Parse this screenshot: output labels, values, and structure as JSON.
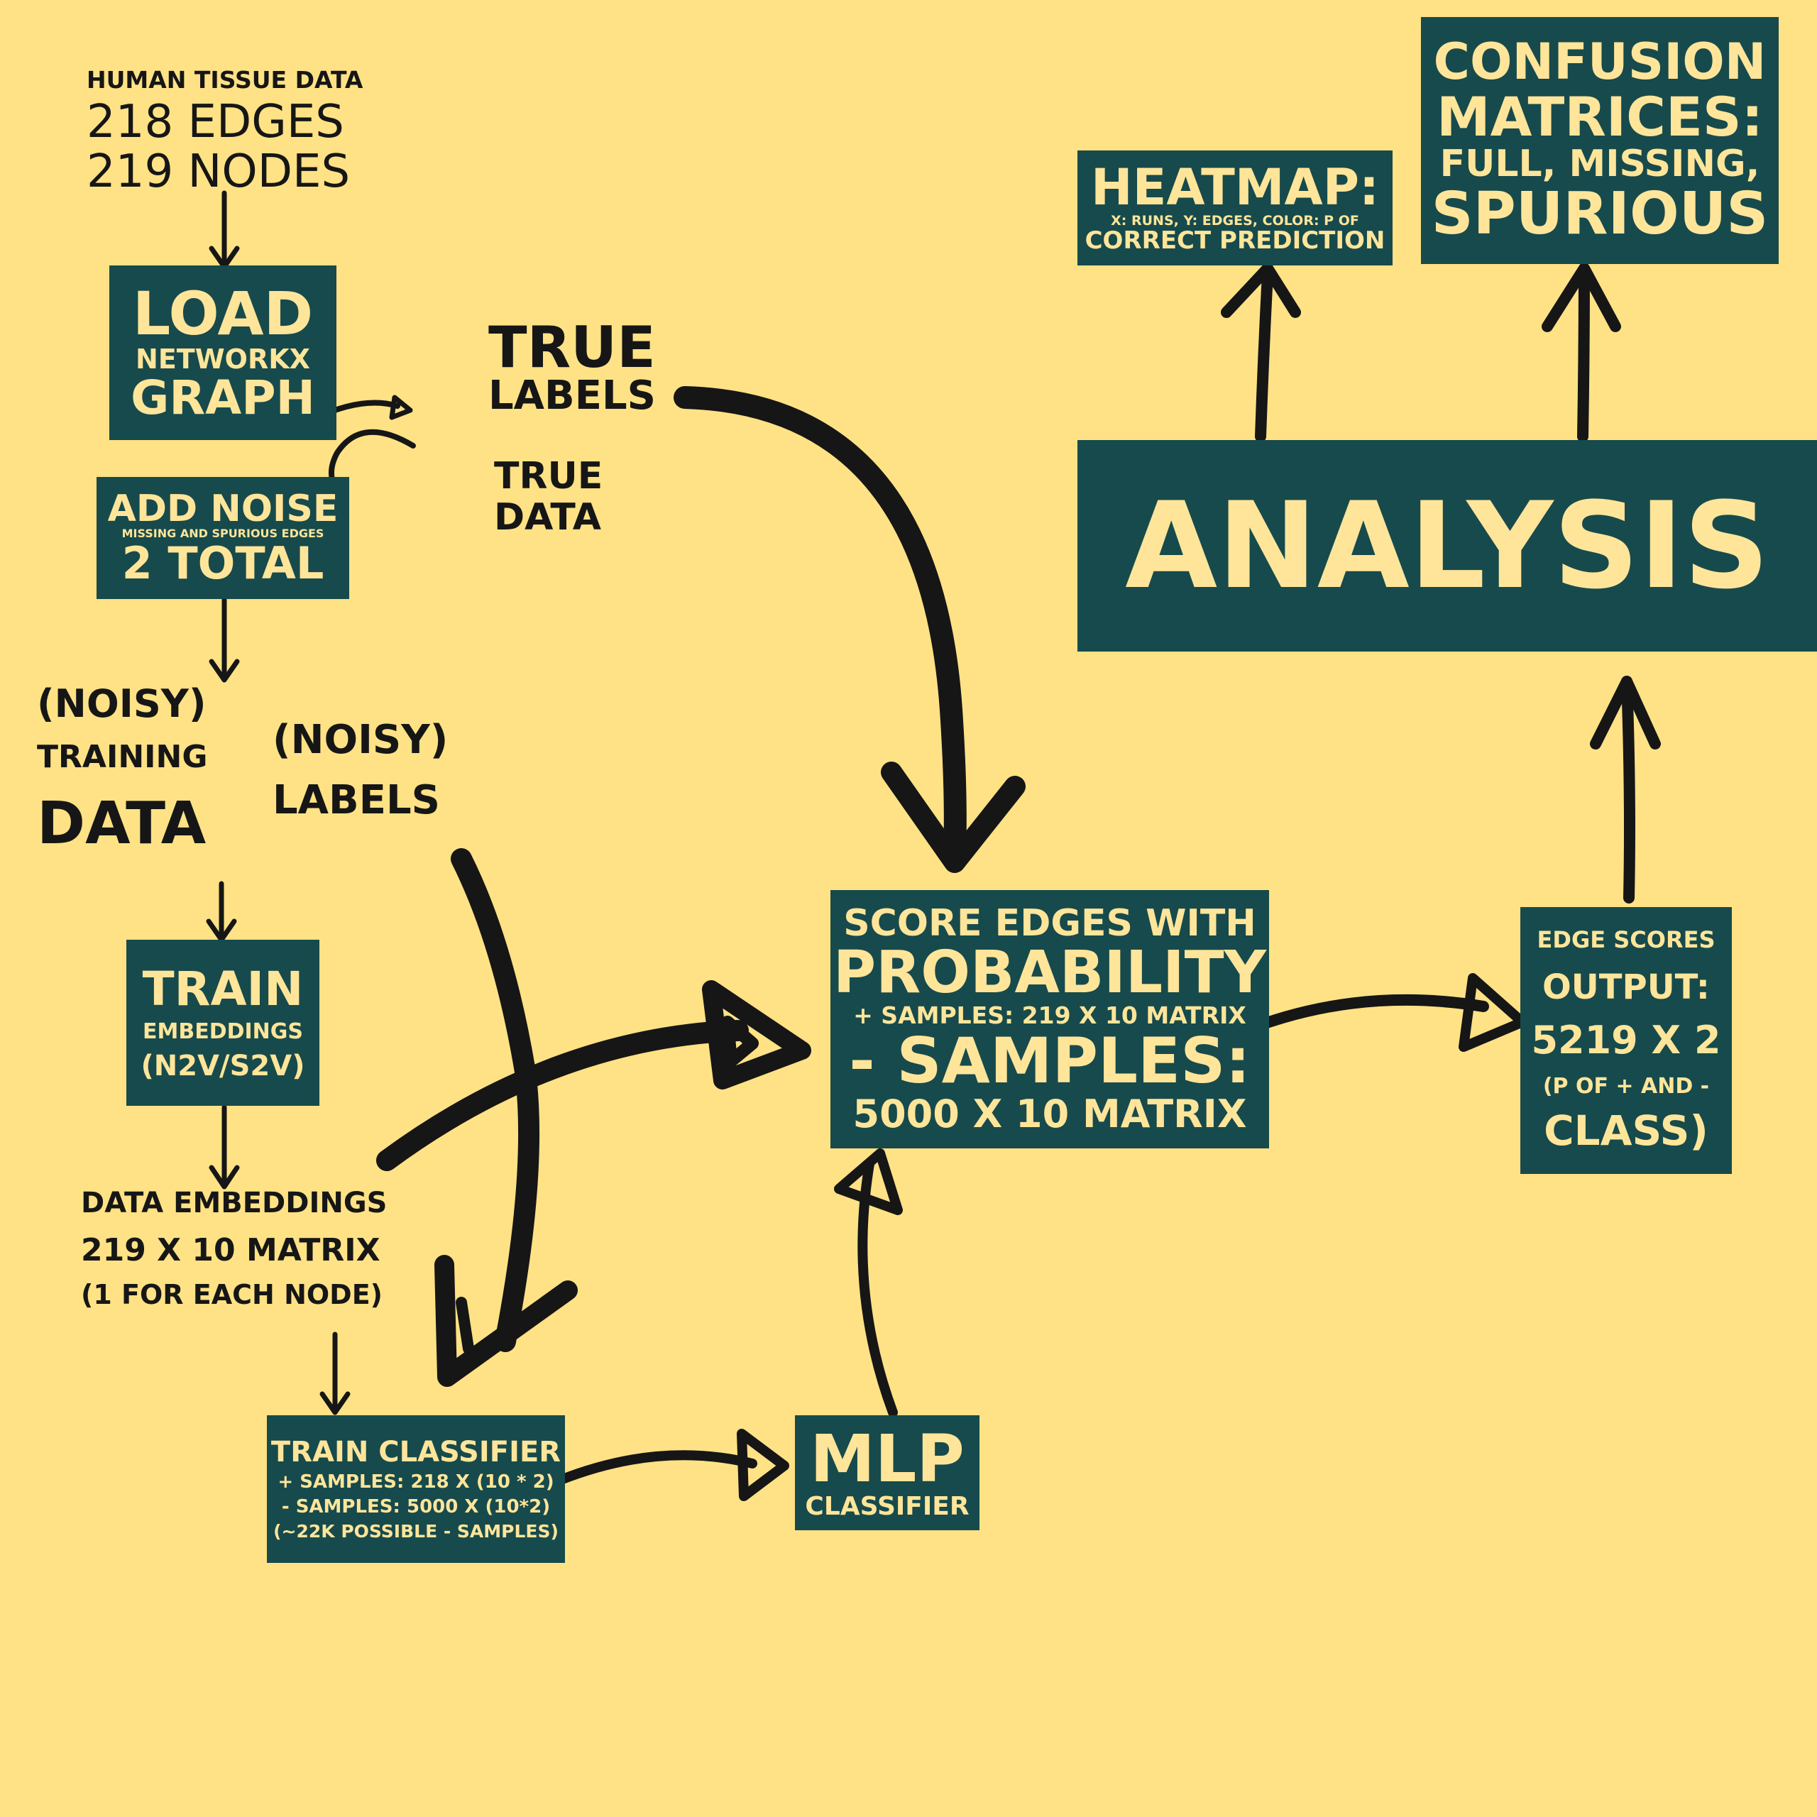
{
  "source": {
    "caption": "HUMAN TISSUE DATA",
    "edges": "218 EDGES",
    "nodes": "219 NODES"
  },
  "load": {
    "line1": "LOAD",
    "line2": "NETWORKX",
    "line3": "GRAPH"
  },
  "noise": {
    "line1": "ADD NOISE",
    "line2": "MISSING AND SPURIOUS EDGES",
    "line3": "2 TOTAL"
  },
  "true_labels": {
    "line1": "TRUE",
    "line2": "LABELS"
  },
  "true_data": {
    "line1": "TRUE",
    "line2": "DATA"
  },
  "noisy_training": {
    "line1": "(NOISY)",
    "line2": "TRAINING",
    "line3": "DATA"
  },
  "noisy_labels": {
    "line1": "(NOISY)",
    "line2": "LABELS"
  },
  "train_embeddings": {
    "line1": "TRAIN",
    "line2": "EMBEDDINGS",
    "line3": "(N2V/S2V)"
  },
  "data_embeddings": {
    "line1": "DATA EMBEDDINGS",
    "line2": "219 X 10 MATRIX",
    "line3": "(1 FOR EACH NODE)"
  },
  "train_classifier": {
    "line1": "TRAIN CLASSIFIER",
    "line2": "+ SAMPLES: 218 X (10 * 2)",
    "line3": "- SAMPLES: 5000 X (10*2)",
    "line4": "(~22K POSSIBLE - SAMPLES)"
  },
  "mlp": {
    "line1": "MLP",
    "line2": "CLASSIFIER"
  },
  "score": {
    "line1": "SCORE EDGES WITH",
    "line2": "PROBABILITY",
    "line3": "+ SAMPLES: 219 X 10 MATRIX",
    "line4": "- SAMPLES:",
    "line5": "5000 X 10 MATRIX"
  },
  "edge_scores": {
    "line1": "EDGE SCORES",
    "line2": "OUTPUT:",
    "line3": "5219 X 2",
    "line4": "(P OF + AND -",
    "line5": "CLASS)"
  },
  "analysis": {
    "label": "ANALYSIS"
  },
  "heatmap": {
    "line1": "HEATMAP:",
    "line2": "X: RUNS, Y: EDGES, COLOR: P OF",
    "line3": "CORRECT PREDICTION"
  },
  "confusion": {
    "line1": "CONFUSION",
    "line2": "MATRICES:",
    "line3": "FULL, MISSING,",
    "line4": "SPURIOUS"
  },
  "colors": {
    "background": "#FFE285",
    "box": "#174A4C",
    "box_text": "#FFE59A",
    "ink": "#161616"
  }
}
